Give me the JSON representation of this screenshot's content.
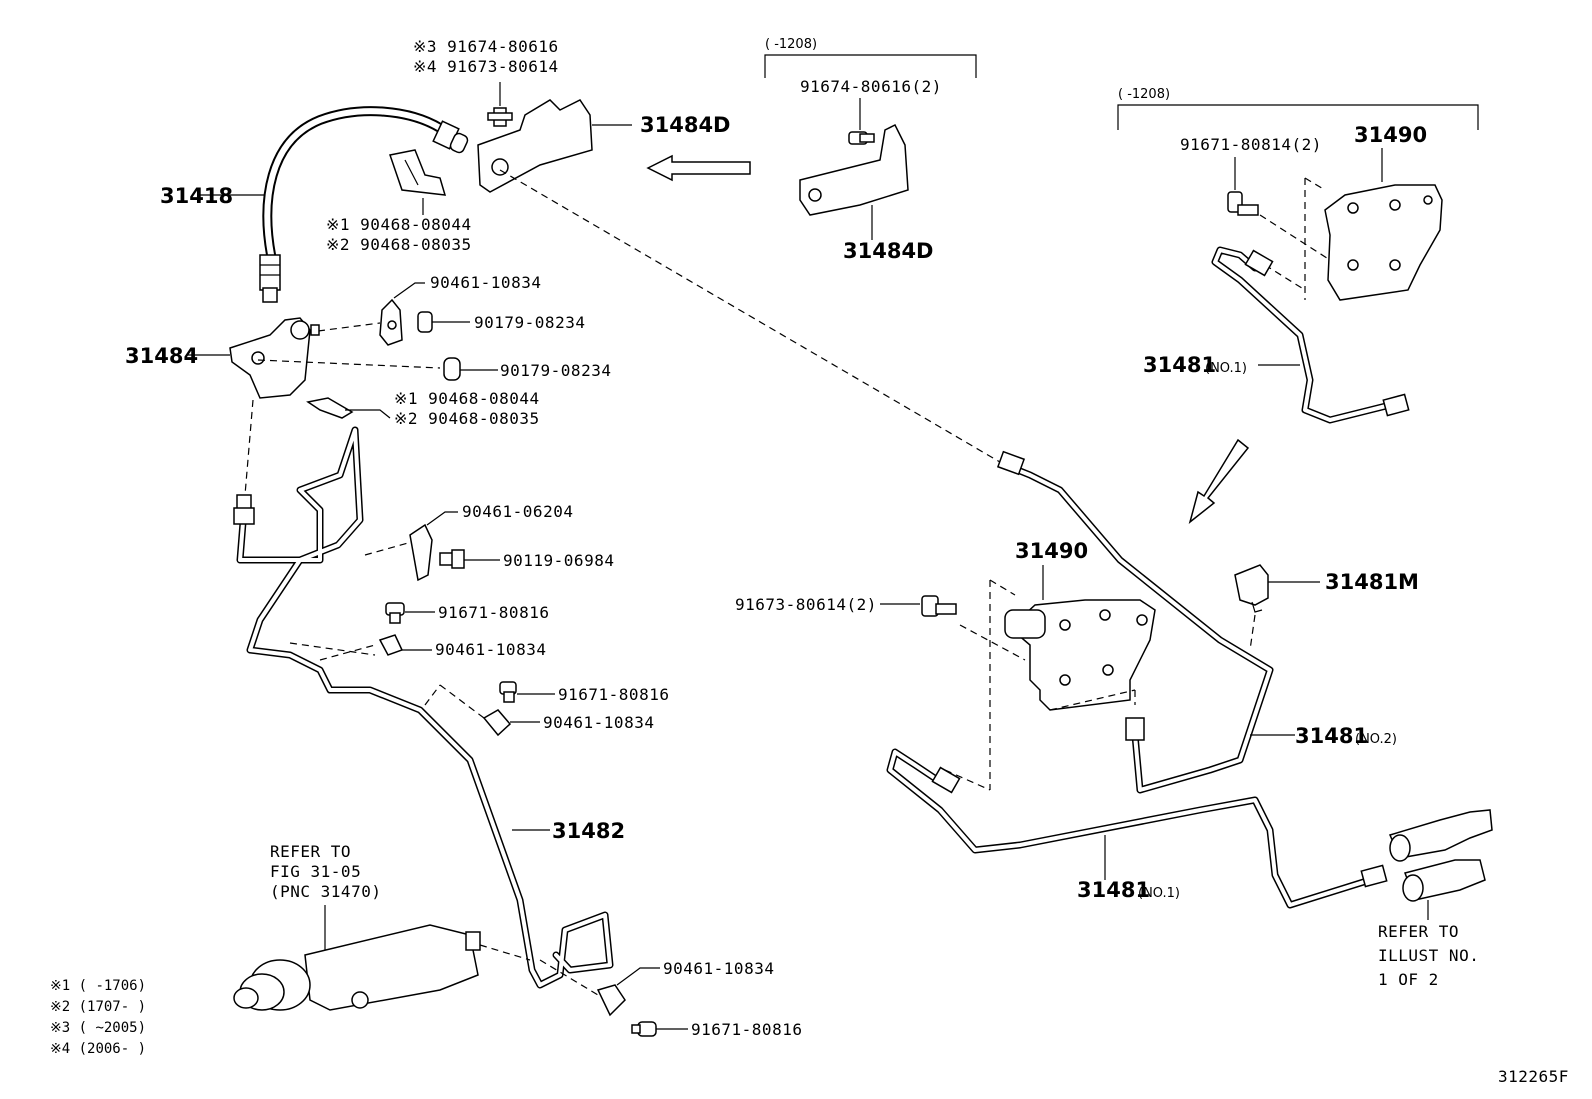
{
  "labels": {
    "p31418": "31418",
    "p31484d_a": "31484D",
    "p31484d_b": "31484D",
    "p31484": "31484",
    "p31482": "31482",
    "p31490_a": "31490",
    "p31490_b": "31490",
    "p31481m": "31481M",
    "p31481_a": "31481",
    "p31481_a_sub": "(NO.1)",
    "p31481_b": "31481",
    "p31481_b_sub": "(NO.2)",
    "p31481_c": "31481",
    "p31481_c_sub": "(NO.1)",
    "n3_91674": "※3 91674-80616",
    "n4_91673": "※4 91673-80614",
    "n1_90468_a": "※1 90468-08044",
    "n2_90468_a": "※2 90468-08035",
    "n1_90468_b": "※1 90468-08044",
    "n2_90468_b": "※2 90468-08035",
    "bracket_top": "(      -1208)",
    "bracket_right": "(      -1208)",
    "p91674_2": "91674-80616(2)",
    "p91671_80814": "91671-80814(2)",
    "p90461_10834_a": "90461-10834",
    "p90179_a": "90179-08234",
    "p90179_b": "90179-08234",
    "p90461_06204": "90461-06204",
    "p90119": "90119-06984",
    "p91671_80816_a": "91671-80816",
    "p90461_10834_b": "90461-10834",
    "p91671_80816_b": "91671-80816",
    "p90461_10834_c": "90461-10834",
    "p91673_2": "91673-80614(2)",
    "p90461_10834_d": "90461-10834",
    "p91671_80816_c": "91671-80816",
    "refer_fig_1": "REFER TO",
    "refer_fig_2": "FIG 31-05",
    "refer_fig_3": "(PNC 31470)",
    "refer_illust_1": "REFER TO",
    "refer_illust_2": "ILLUST NO.",
    "refer_illust_3": "1 OF 2",
    "legend_1": "※1 (      -1706)",
    "legend_2": "※2 (1707-      )",
    "legend_3": "※3 (      ~2005)",
    "legend_4": "※4 (2006-      )",
    "figure_code": "312265F"
  }
}
